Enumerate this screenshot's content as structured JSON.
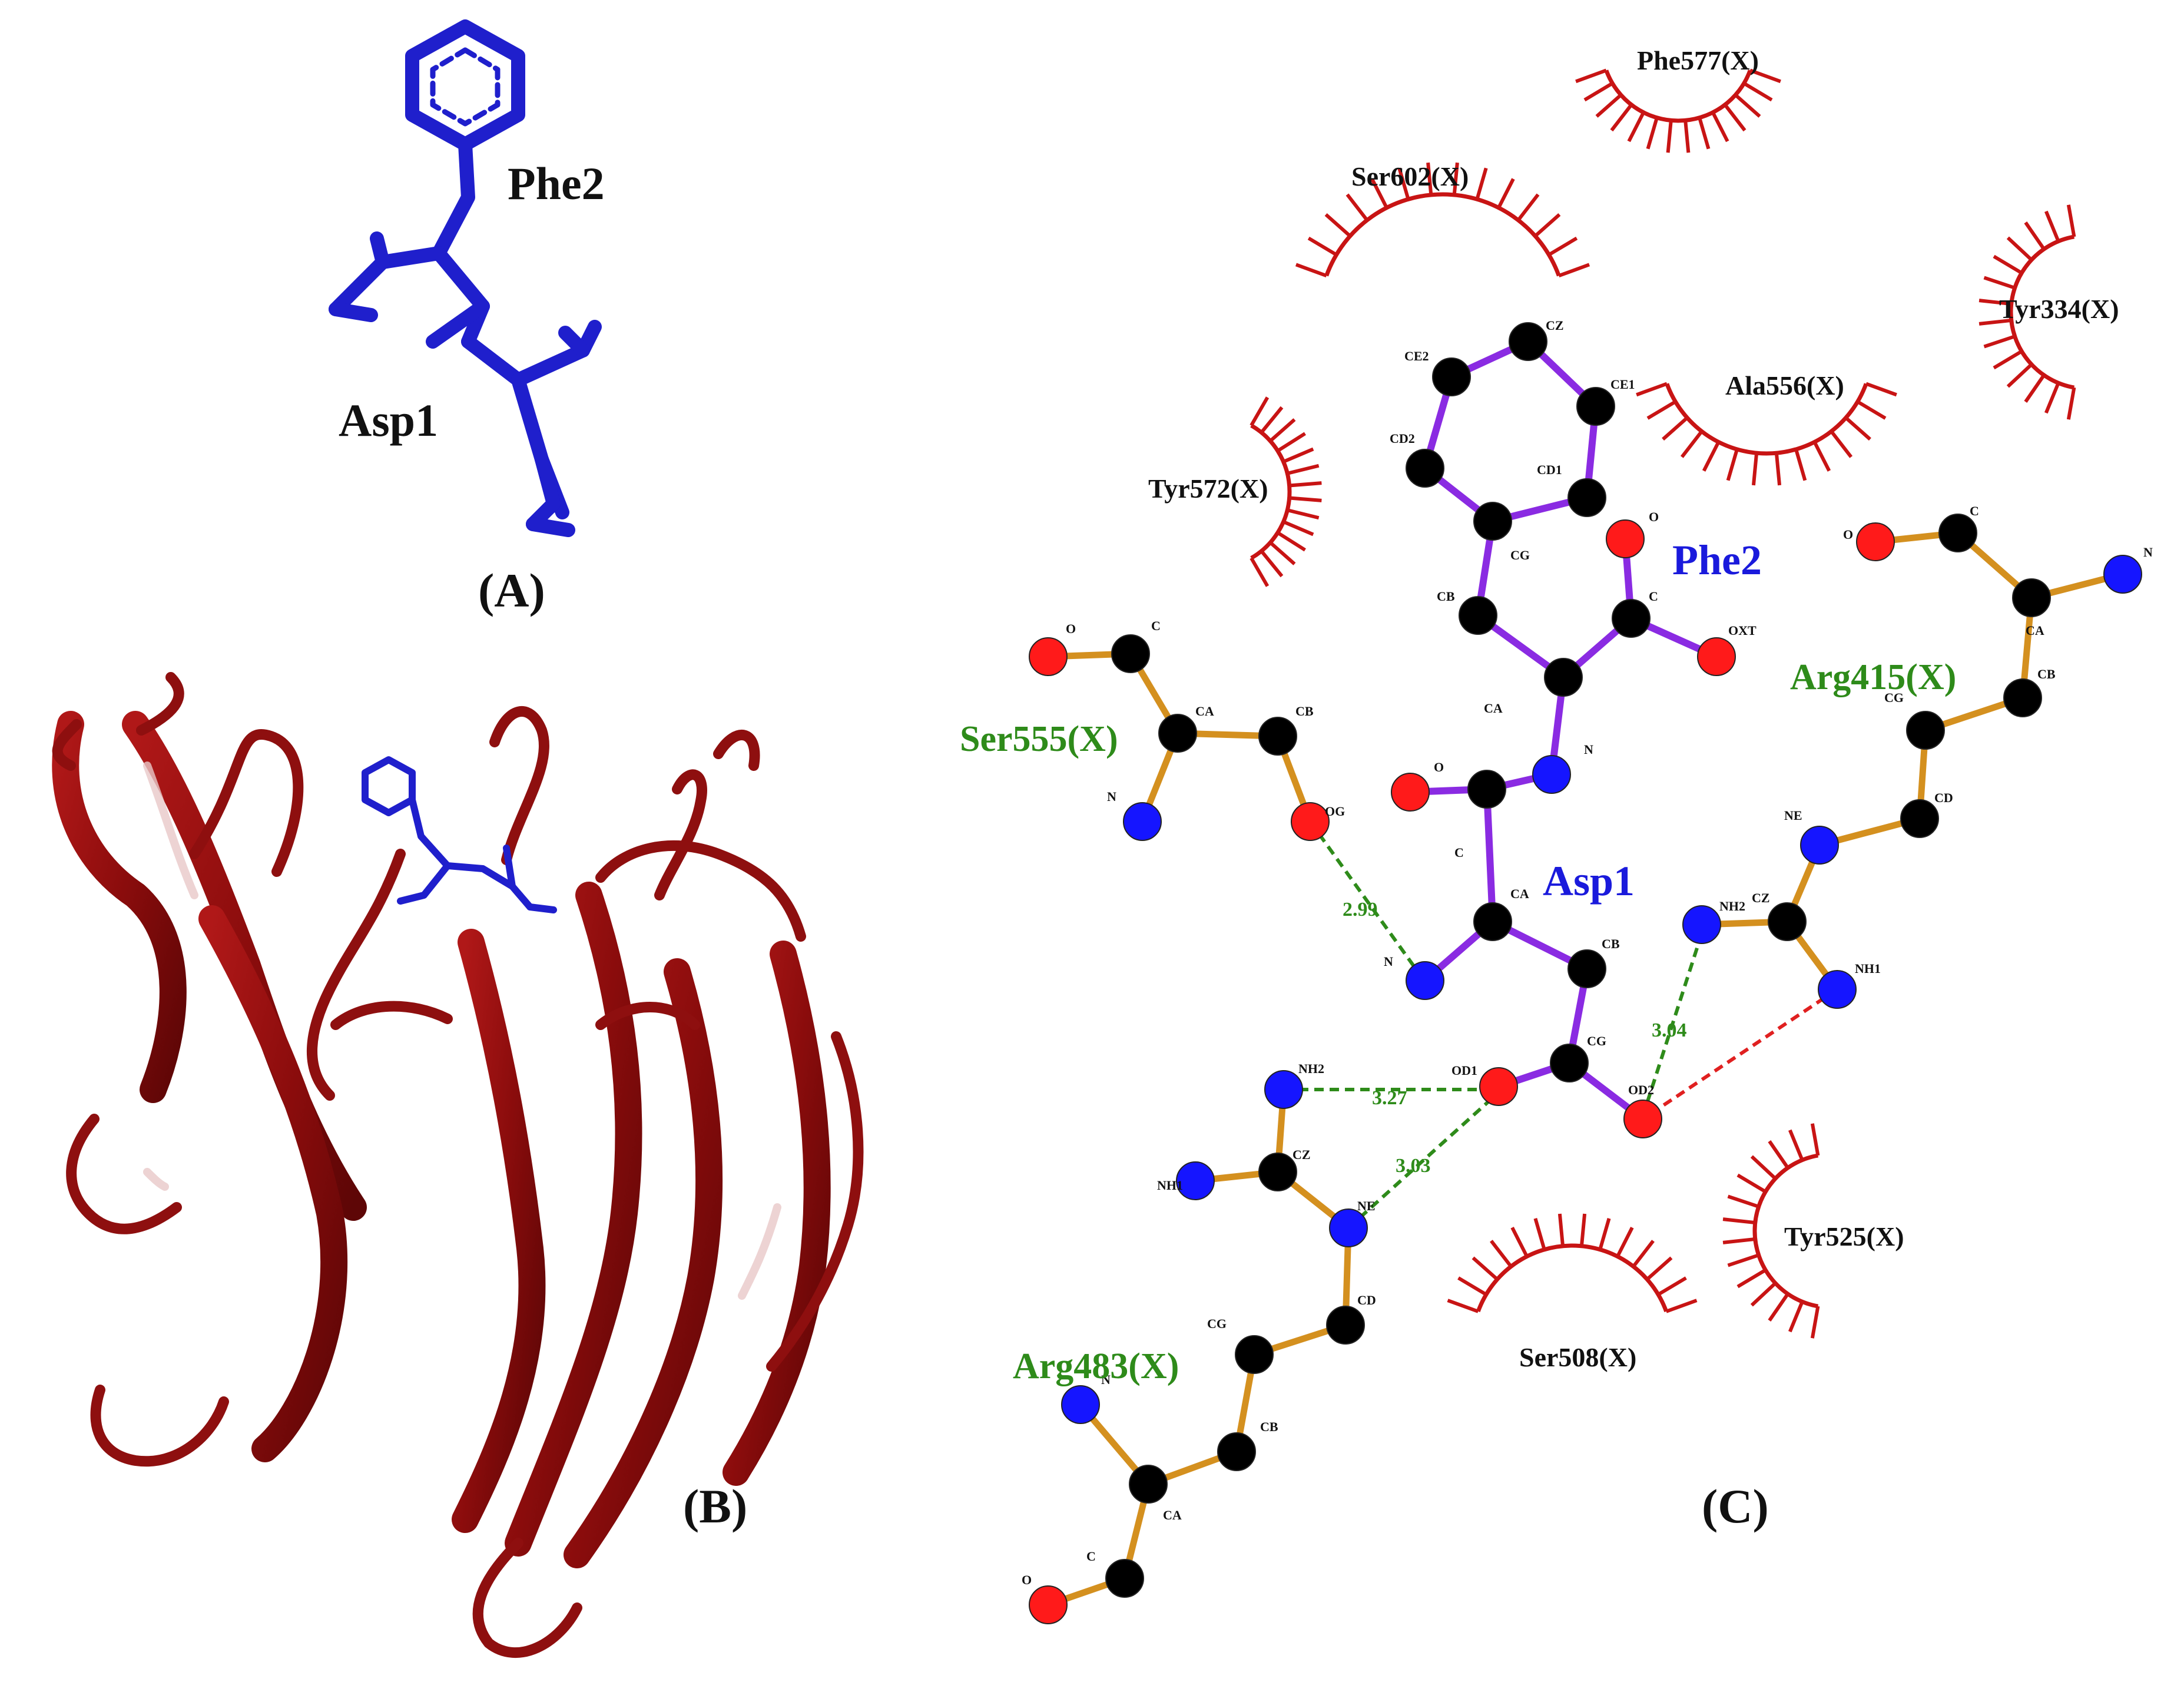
{
  "panels": {
    "a_label": "(A)",
    "b_label": "(B)",
    "c_label": "(C)"
  },
  "panel_a": {
    "residue_labels": [
      "Phe2",
      "Asp1"
    ],
    "stick_color": "#1f1fcc"
  },
  "panel_b": {
    "ribbon_color": "#9b0d0d",
    "ligand_color": "#1f1fcc"
  },
  "panel_c": {
    "ligand_residues": [
      "Phe2",
      "Asp1"
    ],
    "hbond_residues": [
      "Ser555(X)",
      "Arg415(X)",
      "Arg483(X)"
    ],
    "hydrophobic_residues": [
      "Phe577(X)",
      "Ser602(X)",
      "Tyr334(X)",
      "Ala556(X)",
      "Tyr572(X)",
      "Tyr525(X)",
      "Ser508(X)"
    ],
    "distances": [
      "2.99",
      "3.04",
      "3.27",
      "3.03"
    ],
    "atom_labels": {
      "phe": [
        "CE2",
        "CZ",
        "CE1",
        "CD2",
        "CD1",
        "CG",
        "CB",
        "O",
        "C",
        "OXT",
        "CA",
        "N"
      ],
      "asp": [
        "O",
        "C",
        "CA",
        "N",
        "CB",
        "CG",
        "OD1",
        "OD2"
      ],
      "ser555": [
        "O",
        "C",
        "CA",
        "CB",
        "OG",
        "N"
      ],
      "arg415": [
        "O",
        "C",
        "N",
        "CA",
        "CB",
        "CG",
        "CD",
        "NE",
        "NH2",
        "CZ",
        "NH1"
      ],
      "arg483": [
        "NH2",
        "CZ",
        "NH1",
        "NE",
        "CD",
        "CG",
        "CB",
        "N",
        "CA",
        "C",
        "O"
      ]
    },
    "colors": {
      "ligand_bond": "#8a2be2",
      "residue_bond": "#d4901f",
      "hbond": "#2e8b1a",
      "contact": "#e02020",
      "carbon": "#000000",
      "nitrogen": "#1515ff",
      "oxygen": "#ff1a1a",
      "hydrophobic_arc": "#c81414"
    }
  }
}
